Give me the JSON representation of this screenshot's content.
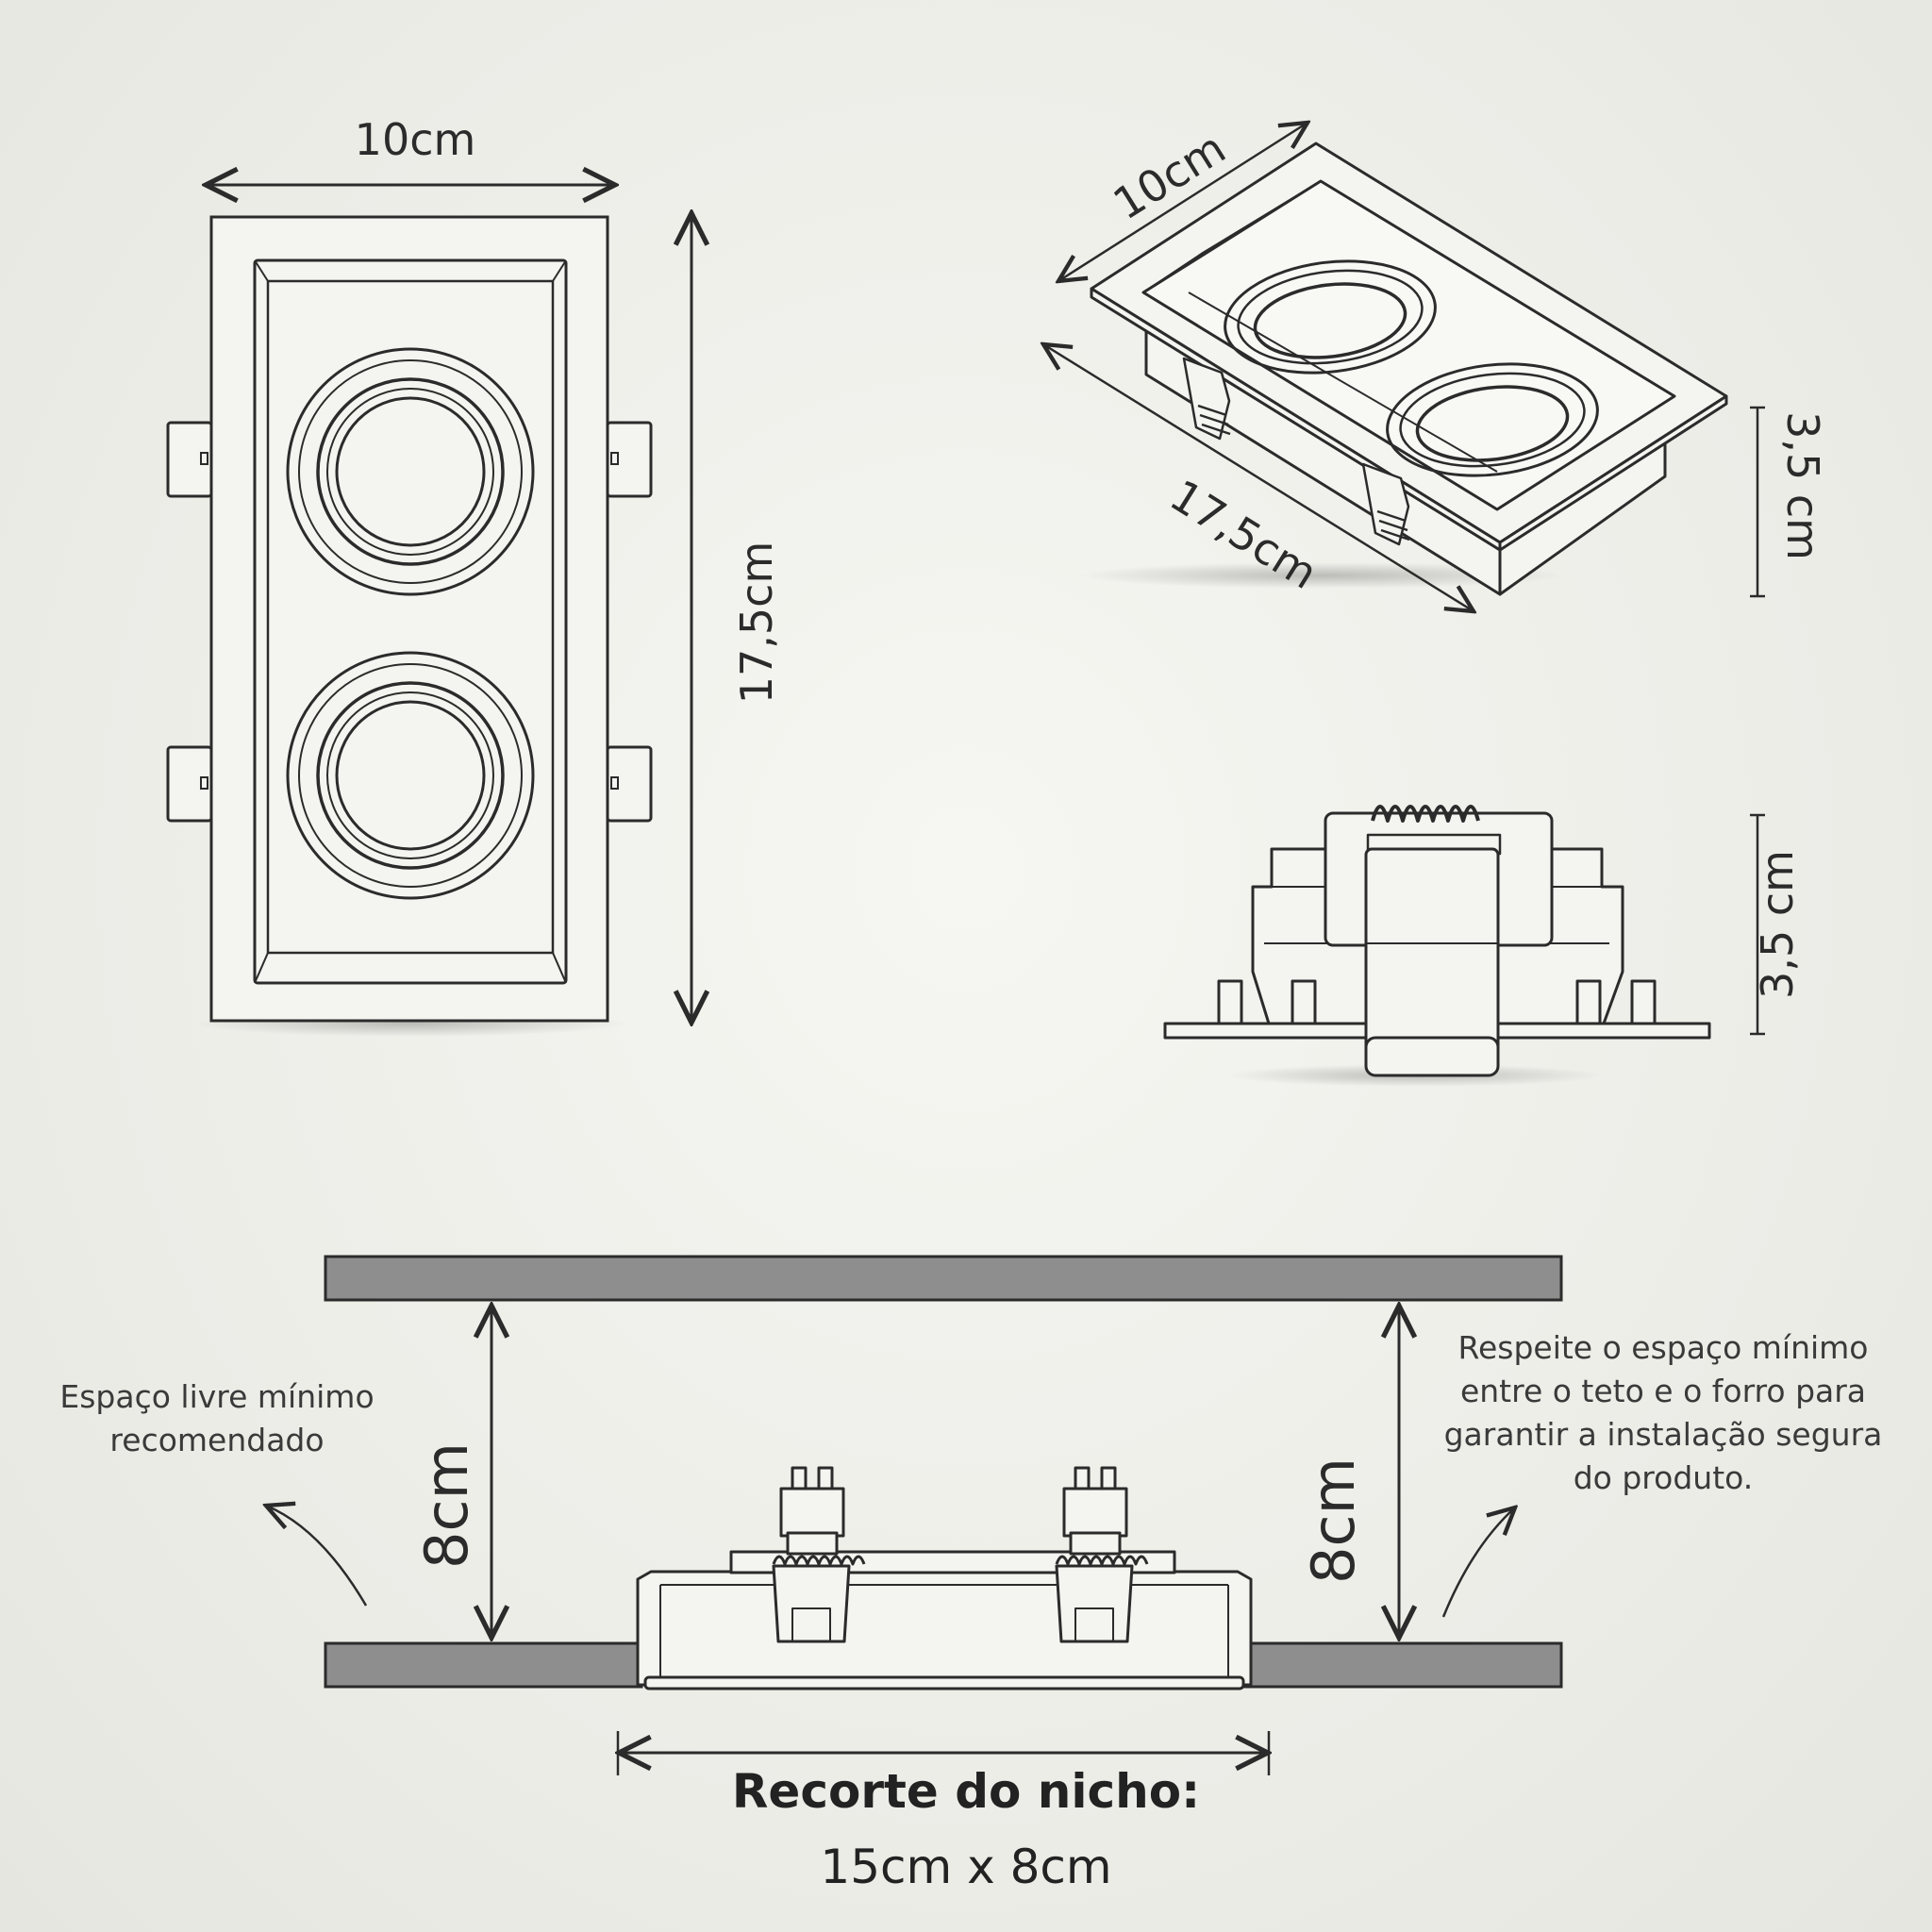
{
  "top_view": {
    "width_label": "10cm",
    "height_label": "17,5cm"
  },
  "iso_view": {
    "width_label": "10cm",
    "length_label": "17,5cm",
    "height_label": "3,5 cm"
  },
  "side_view": {
    "height_label": "3,5 cm"
  },
  "install": {
    "left_gap_label": "8cm",
    "right_gap_label": "8cm",
    "left_note": [
      "Espaço livre mínimo",
      "recomendado"
    ],
    "right_note": [
      "Respeite o espaço mínimo",
      "entre o teto e o forro para",
      "garantir a instalação segura",
      "do produto."
    ],
    "cutout_title": "Recorte do nicho:",
    "cutout_size": "15cm x 8cm"
  },
  "colors": {
    "line": "#2b2b2b",
    "ceiling": "#8e8e8e",
    "fill": "#f4f4f0"
  }
}
